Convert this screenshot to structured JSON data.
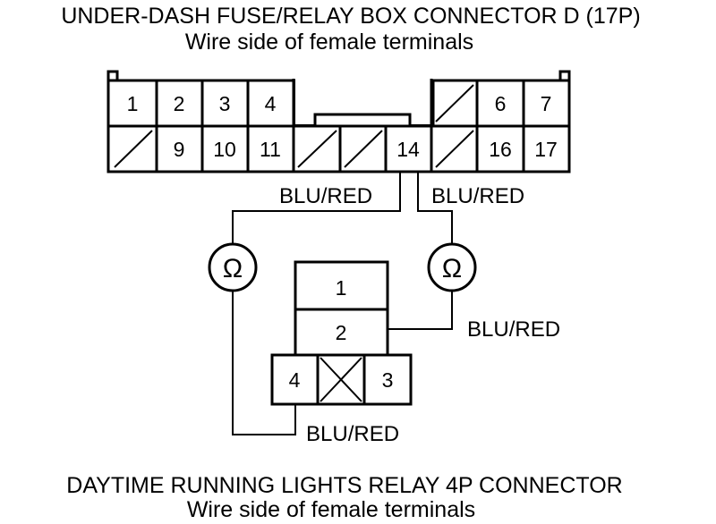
{
  "top_connector": {
    "title": "UNDER-DASH FUSE/RELAY BOX CONNECTOR D (17P)",
    "subtitle": "Wire side of female terminals",
    "row1": [
      "1",
      "2",
      "3",
      "4",
      "6",
      "7"
    ],
    "row2": [
      "9",
      "10",
      "11",
      "14",
      "16",
      "17"
    ]
  },
  "relay_connector": {
    "title": "DAYTIME RUNNING LIGHTS RELAY 4P CONNECTOR",
    "subtitle": "Wire side of female terminals",
    "pins": [
      "1",
      "2",
      "4",
      "3"
    ]
  },
  "wire_labels": {
    "left_top": "BLU/RED",
    "right_top": "BLU/RED",
    "relay_pin2": "BLU/RED",
    "relay_pin4": "BLU/RED"
  },
  "meter": {
    "symbol": "Ω",
    "count": 2
  },
  "colors": {
    "line": "#000000",
    "background": "#ffffff"
  }
}
